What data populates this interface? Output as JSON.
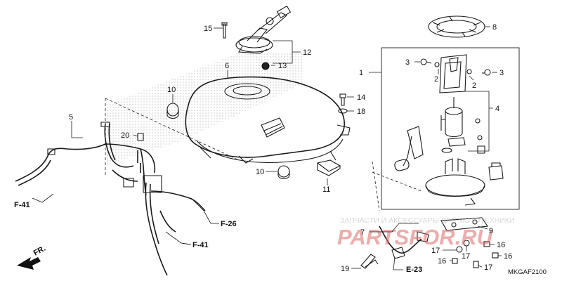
{
  "diagram": {
    "code": "MKGAF2100",
    "watermark_line1": "ЗАПЧАСТИ И АКСЕССУАРЫ ДЛЯ МОТОТЕХНИКИ",
    "watermark_line2": "PARTSFOR.RU",
    "front_label": "FR.",
    "refs": {
      "f41_a": "F-41",
      "f41_b": "F-41",
      "f26": "F-26",
      "e23": "E-23"
    },
    "callouts": {
      "c1": "1",
      "c2a": "2",
      "c2b": "2",
      "c3a": "3",
      "c3b": "3",
      "c4": "4",
      "c5": "5",
      "c6": "6",
      "c7": "7",
      "c8": "8",
      "c9": "9",
      "c10a": "10",
      "c10b": "10",
      "c11": "11",
      "c12": "12",
      "c13": "13",
      "c14": "14",
      "c15": "15",
      "c16a": "16",
      "c16b": "16",
      "c16c": "16",
      "c17a": "17",
      "c17b": "17",
      "c17c": "17",
      "c18": "18",
      "c19": "19",
      "c20": "20"
    }
  }
}
